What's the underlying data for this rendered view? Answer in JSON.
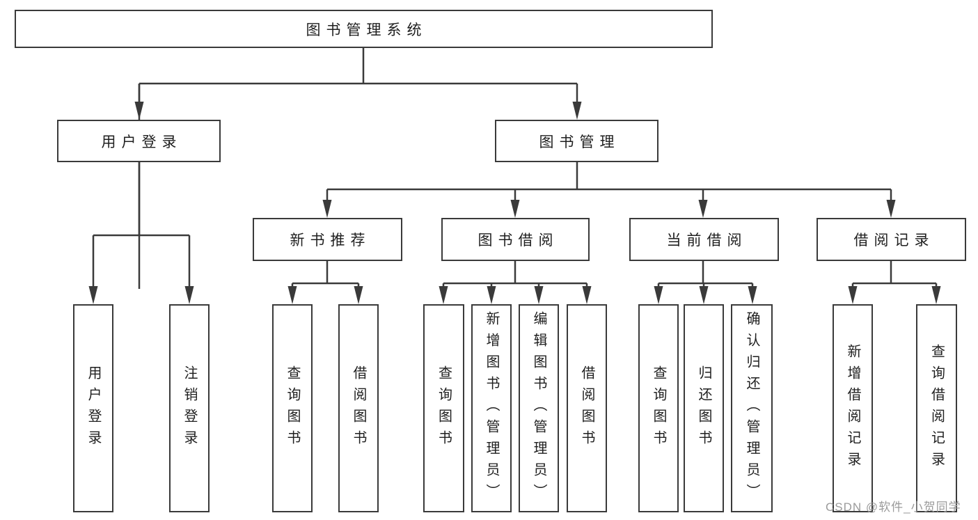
{
  "diagram": {
    "title": "图书管理系统",
    "root": {
      "label": "图书管理系统"
    },
    "branches": [
      {
        "label": "用户登录",
        "children": [
          {
            "label": "用户登录"
          },
          {
            "label": "注销登录"
          }
        ]
      },
      {
        "label": "图书管理",
        "children": [
          {
            "label": "新书推荐",
            "children": [
              {
                "label": "查询图书"
              },
              {
                "label": "借阅图书"
              }
            ]
          },
          {
            "label": "图书借阅",
            "children": [
              {
                "label": "查询图书"
              },
              {
                "label": "新增图书（管理员）"
              },
              {
                "label": "编辑图书（管理员）"
              },
              {
                "label": "借阅图书"
              }
            ]
          },
          {
            "label": "当前借阅",
            "children": [
              {
                "label": "查询图书"
              },
              {
                "label": "归还图书"
              },
              {
                "label": "确认归还（管理员）"
              }
            ]
          },
          {
            "label": "借阅记录",
            "children": [
              {
                "label": "新增借阅记录"
              },
              {
                "label": "查询借阅记录"
              }
            ]
          }
        ]
      }
    ]
  },
  "watermark": {
    "text": "CSDN @软件_小贺同学",
    "color": "#9b9b9b"
  },
  "colors": {
    "line": "#3a3a3a",
    "box_border": "#3a3a3a",
    "box_fill": "#ffffff",
    "text": "#1f1f1f",
    "background": "#ffffff"
  }
}
